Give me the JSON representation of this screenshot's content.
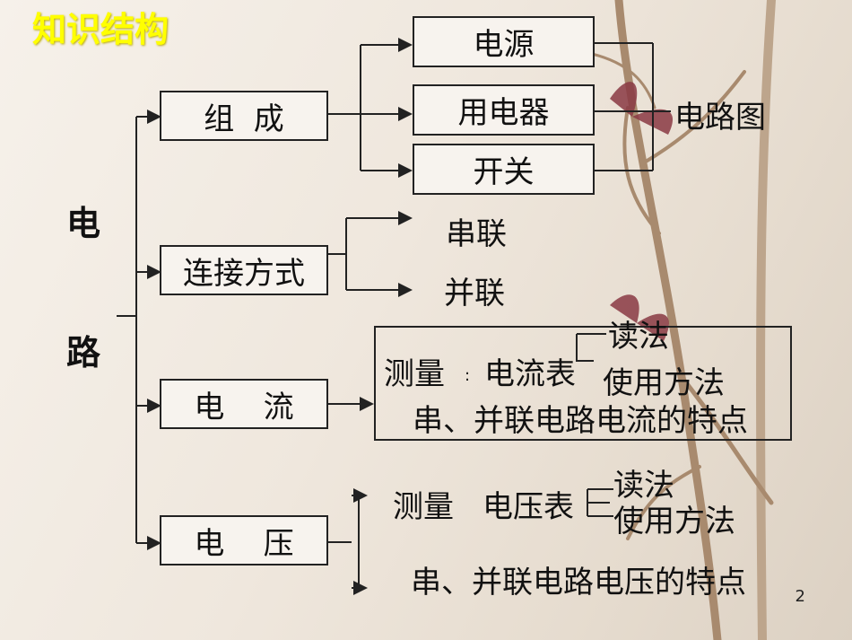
{
  "title": "知识结构",
  "root": {
    "char1": "电",
    "char2": "路"
  },
  "composition": {
    "label": "组  成",
    "parts": [
      "电源",
      "用电器",
      "开关"
    ],
    "result": "电路图"
  },
  "connection": {
    "label": "连接方式",
    "types": [
      "串联",
      "并联"
    ]
  },
  "current": {
    "label": "电    流",
    "measure": "测量",
    "colon": ":",
    "meter": "电流表",
    "sub": [
      "读法",
      "使用方法"
    ],
    "feature": "串、并联电路电流的特点"
  },
  "voltage": {
    "label": "电    压",
    "measure": "测量",
    "meter": "电压表",
    "sub": [
      "读法",
      "使用方法"
    ],
    "feature": "串、并联电路电压的特点"
  },
  "page_number": "2",
  "colors": {
    "title": "#ffff00",
    "line": "#222222"
  }
}
